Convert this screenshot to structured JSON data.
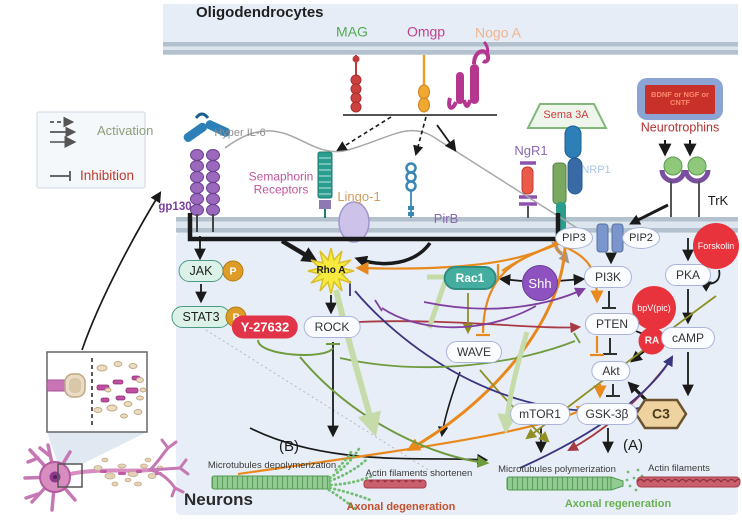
{
  "legend": {
    "activation": "Activation",
    "inhibition": "Inhibition"
  },
  "top": {
    "title": "Oligodendrocytes",
    "mag": "MAG",
    "omgp": "Omgp",
    "nogoa": "Nogo A"
  },
  "receptors": {
    "hyper_il6": "Hyper IL-6",
    "gp130": "gp130",
    "semaphorin": "Semaphorin Receptors",
    "lingo1": "Lingo-1",
    "pirb": "PirB",
    "ngr1": "NgR1",
    "sema3a": "Sema 3A",
    "nrp1": "NRP1",
    "neurotrophin_box": "BDNF or NGF or CNTF",
    "neurotrophins": "Neurotrophins",
    "trk": "TrK"
  },
  "nodes": {
    "jak": "JAK",
    "stat3": "STAT3",
    "phospho": "P",
    "y27632": "Y-27632",
    "rhoa": "Rho A",
    "rock": "ROCK",
    "rac1": "Rac1",
    "wave": "WAVE",
    "shh": "Shh",
    "pip3": "PIP3",
    "pip2": "PIP2",
    "pi3k": "PI3K",
    "pka": "PKA",
    "forskolin": "Forskolin",
    "bpvpic": "bpV(pic)",
    "pten": "PTEN",
    "ra": "RA",
    "camp": "cAMP",
    "akt": "Akt",
    "gsk3b": "GSK-3β",
    "mtor1": "mTOR1",
    "c3": "C3"
  },
  "outcomes": {
    "label_b": "(B)",
    "label_a": "(A)",
    "microtubules_depolymerization": "Microtubules depolymerization",
    "actin_filaments_shortenen": "Actin filaments shortenen",
    "axonal_degeneration": "Axonal degeneration",
    "microtubules_polymerization": "Microtubules polymerization",
    "actin_filaments": "Actin filaments",
    "axonal_regeneration": "Axonal regeneration",
    "neurons": "Neurons"
  },
  "colors": {
    "activation_green": "#8f9e7a",
    "inhibition_red": "#c0392b",
    "mag_green": "#55a855",
    "omgp_magenta": "#c2418f",
    "nogoa_salmon": "#f2b48e",
    "membrane": "#b2c1cd",
    "cytoplasm": "#e8eef7",
    "accent_orange": "#e8891d",
    "node_border": "#a9b4d8",
    "drug_red": "#e8323c",
    "rac_teal": "#45ad9f",
    "shh_purple": "#8d52c0",
    "degeneration": "#c4502e",
    "regeneration": "#69b054"
  }
}
